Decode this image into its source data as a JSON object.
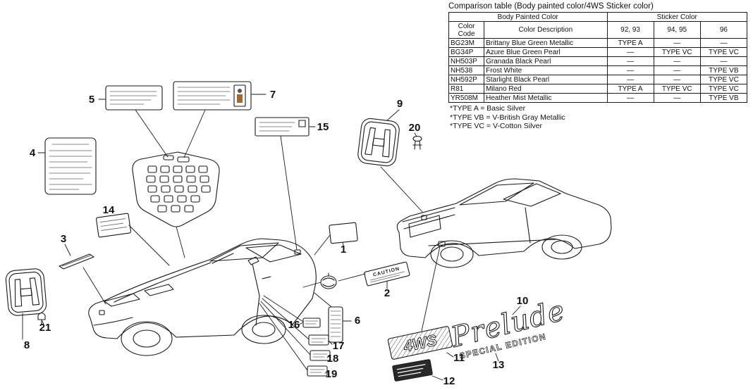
{
  "page": {
    "background": "#ffffff",
    "ink": "#1a1a1a"
  },
  "table": {
    "title": "Comparison table (Body painted color/4WS Sticker color)",
    "group_headers": [
      "Body Painted Color",
      "Sticker Color"
    ],
    "columns": [
      "Color Code",
      "Color Description",
      "92, 93",
      "94, 95",
      "96"
    ],
    "rows": [
      [
        "BG23M",
        "Brittany Blue Green Metallic",
        "TYPE A",
        "—",
        "—"
      ],
      [
        "BG34P",
        "Azure Blue Green Pearl",
        "—",
        "TYPE VC",
        "TYPE VC"
      ],
      [
        "NH503P",
        "Granada Black Pearl",
        "—",
        "—",
        "—"
      ],
      [
        "NH538",
        "Frost White",
        "—",
        "—",
        "TYPE VB"
      ],
      [
        "NH592P",
        "Starlight Black Pearl",
        "—",
        "—",
        "TYPE VC"
      ],
      [
        "R81",
        "Milano Red",
        "TYPE A",
        "TYPE VC",
        "TYPE VC"
      ],
      [
        "YR508M",
        "Heather Mist Metallic",
        "—",
        "—",
        "TYPE VB"
      ]
    ],
    "footnotes": [
      "*TYPE A = Basic Silver",
      "*TYPE VB = V-British Gray Metallic",
      "*TYPE VC = V-Cotton Silver"
    ]
  },
  "callouts": {
    "c1": "1",
    "c2": "2",
    "c3": "3",
    "c4": "4",
    "c5": "5",
    "c6": "6",
    "c7": "7",
    "c8": "8",
    "c9": "9",
    "c10": "10",
    "c11": "11",
    "c12": "12",
    "c13": "13",
    "c14": "14",
    "c15": "15",
    "c16": "16",
    "c17": "17",
    "c18": "18",
    "c19": "19",
    "c20": "20",
    "c21": "21"
  },
  "emblems": {
    "caution_label": "CAUTION",
    "fourws": "4WS",
    "prelude_script": "Prelude",
    "special_edition": "SPECIAL EDITION"
  }
}
